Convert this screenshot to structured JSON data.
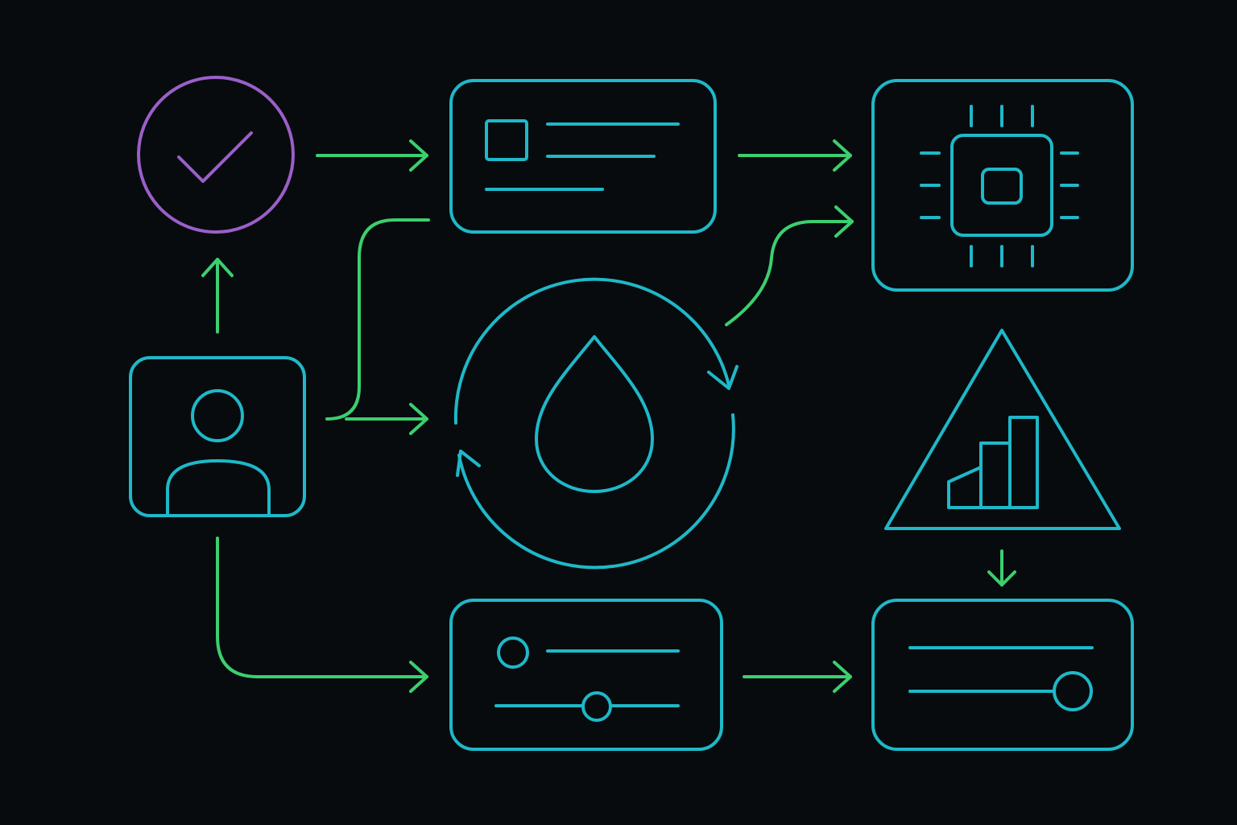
{
  "colors": {
    "background": "#070b0e",
    "node": "#1fb8c8",
    "connector": "#3ccf6e",
    "accent": "#9b5fc9"
  },
  "nodes": [
    {
      "id": "verify",
      "icon": "check-circle-icon"
    },
    {
      "id": "profile-card",
      "icon": "id-card-icon"
    },
    {
      "id": "processor",
      "icon": "cpu-chip-icon"
    },
    {
      "id": "user",
      "icon": "user-icon"
    },
    {
      "id": "cycle",
      "icon": "water-drop-cycle-icon"
    },
    {
      "id": "warning",
      "icon": "warning-bar-chart-icon"
    },
    {
      "id": "controls",
      "icon": "slider-settings-icon"
    },
    {
      "id": "output",
      "icon": "toggle-slider-icon"
    }
  ]
}
